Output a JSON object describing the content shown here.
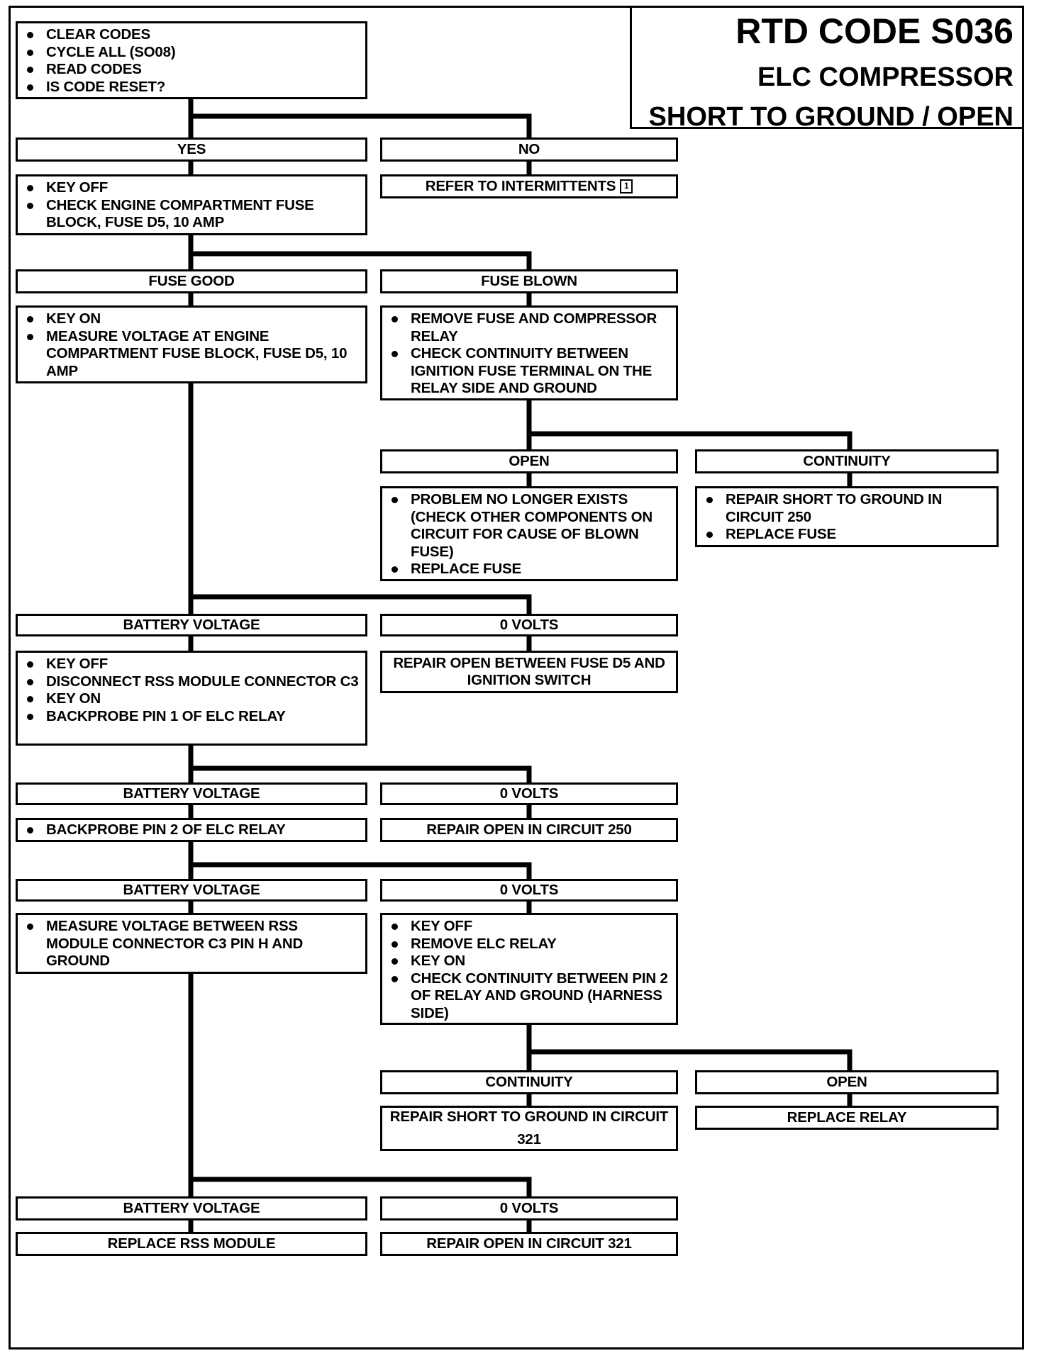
{
  "title": {
    "line1": "RTD CODE S036",
    "line2": "ELC COMPRESSOR",
    "line3": "SHORT TO GROUND / OPEN"
  },
  "nodes": {
    "start": [
      "CLEAR CODES",
      "CYCLE ALL (SO08)",
      "READ CODES",
      "IS CODE RESET?"
    ],
    "yes": "YES",
    "no": "NO",
    "intermittents": "REFER TO INTERMITTENTS",
    "intermittents_icon": "1",
    "check_fuse": [
      "KEY OFF",
      "CHECK ENGINE COMPARTMENT FUSE BLOCK, FUSE D5, 10 AMP"
    ],
    "fuse_good": "FUSE GOOD",
    "fuse_blown": "FUSE BLOWN",
    "measure_fuse": [
      "KEY ON",
      "MEASURE VOLTAGE AT ENGINE COMPARTMENT FUSE BLOCK, FUSE D5, 10 AMP"
    ],
    "remove_fuse": [
      "REMOVE FUSE AND COMPRESSOR RELAY",
      "CHECK CONTINUITY BETWEEN IGNITION FUSE TERMINAL ON THE RELAY SIDE AND GROUND"
    ],
    "open1": "OPEN",
    "continuity1": "CONTINUITY",
    "problem_gone": [
      "PROBLEM NO LONGER EXISTS (CHECK OTHER COMPONENTS ON CIRCUIT FOR CAUSE OF BLOWN FUSE)",
      "REPLACE FUSE"
    ],
    "repair_short_250": [
      "REPAIR SHORT TO GROUND IN CIRCUIT 250",
      "REPLACE FUSE"
    ],
    "bv1": "BATTERY VOLTAGE",
    "v0_1": "0 VOLTS",
    "disconnect": [
      "KEY OFF",
      "DISCONNECT RSS MODULE CONNECTOR C3",
      "KEY ON",
      "BACKPROBE PIN 1 OF ELC RELAY"
    ],
    "repair_open_d5": "REPAIR OPEN BETWEEN FUSE D5 AND IGNITION SWITCH",
    "bv2": "BATTERY VOLTAGE",
    "v0_2": "0 VOLTS",
    "backprobe2": [
      "BACKPROBE PIN 2 OF ELC RELAY"
    ],
    "repair_open_250": "REPAIR OPEN IN CIRCUIT 250",
    "bv3": "BATTERY VOLTAGE",
    "v0_3": "0 VOLTS",
    "measure_c3": [
      "MEASURE VOLTAGE BETWEEN  RSS MODULE CONNECTOR C3 PIN H AND GROUND"
    ],
    "remove_relay": [
      "KEY OFF",
      "REMOVE ELC RELAY",
      "KEY ON",
      "CHECK CONTINUITY BETWEEN PIN 2 OF RELAY AND GROUND (HARNESS SIDE)"
    ],
    "continuity2": "CONTINUITY",
    "open2": "OPEN",
    "repair_short_321": "REPAIR SHORT TO GROUND IN CIRCUIT 321",
    "replace_relay": "REPLACE RELAY",
    "bv4": "BATTERY VOLTAGE",
    "v0_4": "0 VOLTS",
    "replace_rss": "REPLACE RSS MODULE",
    "repair_open_321": "REPAIR OPEN IN CIRCUIT 321"
  }
}
